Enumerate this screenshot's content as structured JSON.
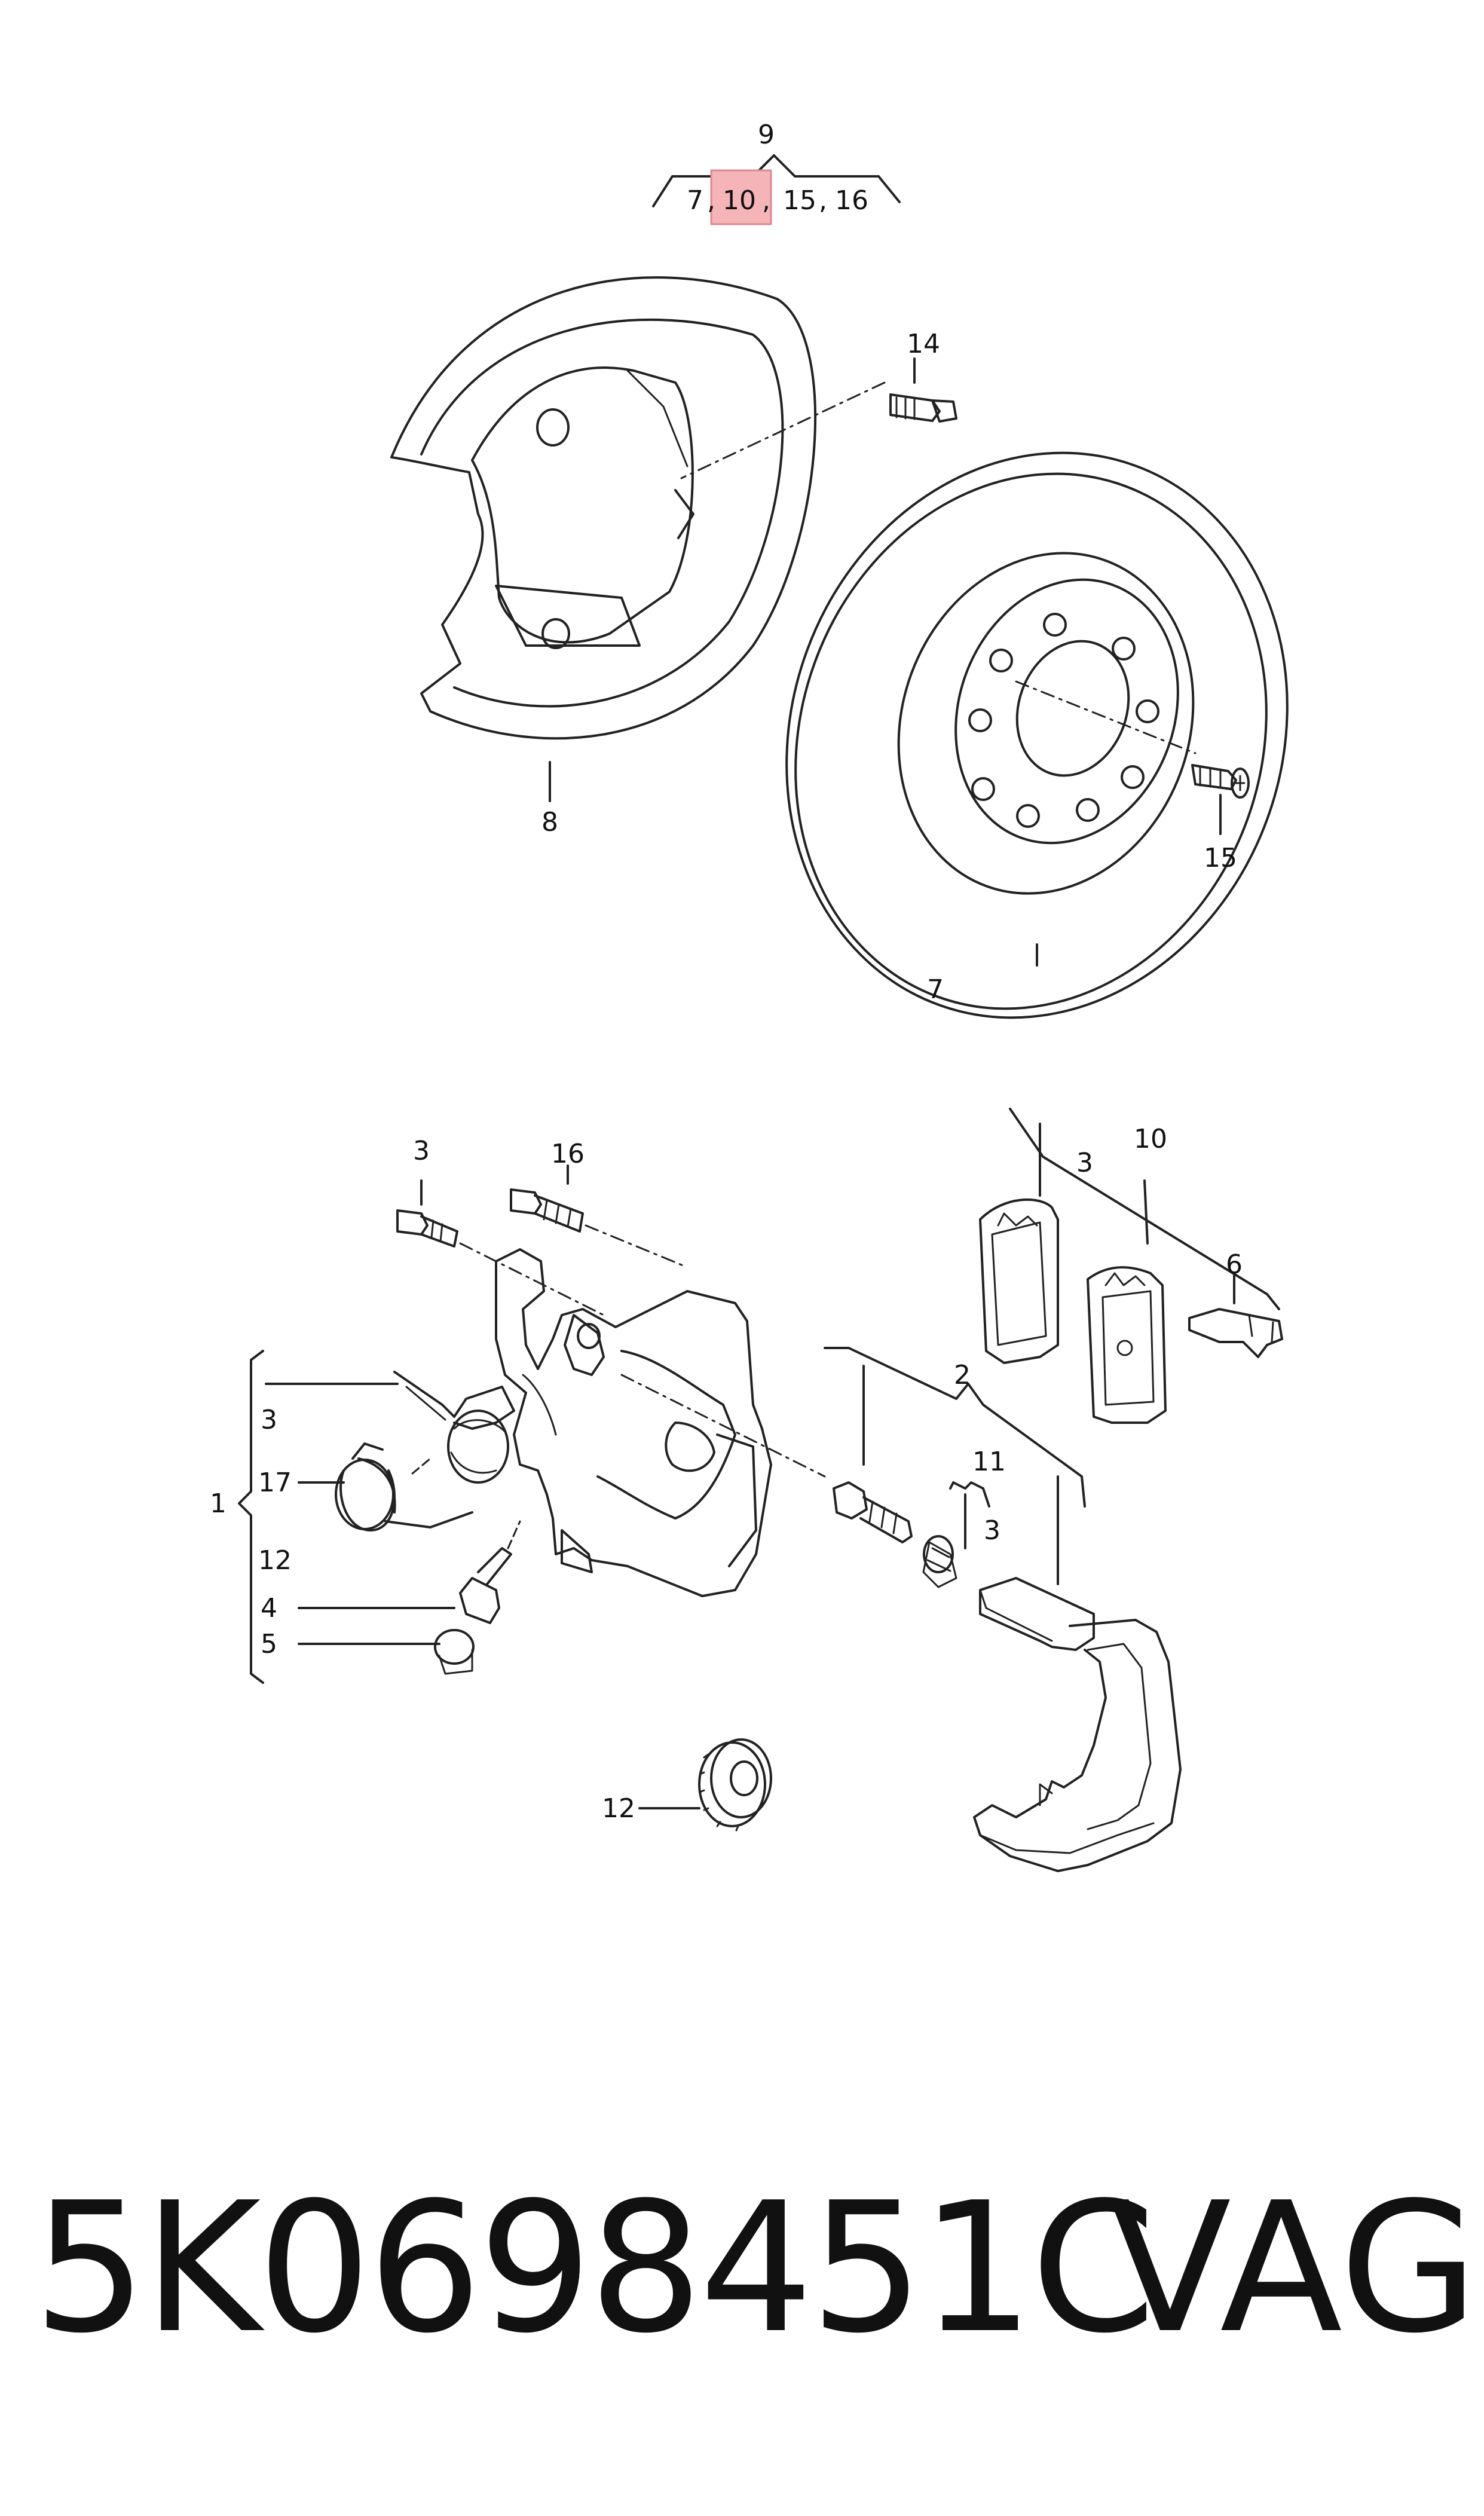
{
  "top_group": {
    "header_number": "9",
    "items": [
      "7",
      "10",
      "15",
      "16"
    ],
    "highlighted": "10",
    "highlight_color": "#f4b4b8"
  },
  "callouts": {
    "backing_plate": "8",
    "bolt_14": "14",
    "disc": "7",
    "screw_15": "15",
    "bolt_3": "3",
    "bolt_16": "16",
    "pad_set": "10",
    "pad_set_sub": "3",
    "pad_spring": "6",
    "guide_set": "2",
    "guide_sub_11": "11",
    "guide_sub_3": "3",
    "caliper": "1",
    "caliper_sub_3": "3",
    "caliper_sub_17": "17",
    "caliper_sub_12": "12",
    "bleeder_4": "4",
    "cap_5": "5",
    "seal_12": "12"
  },
  "footer": {
    "part_number": "5K0698451C",
    "brand": "VAG"
  }
}
